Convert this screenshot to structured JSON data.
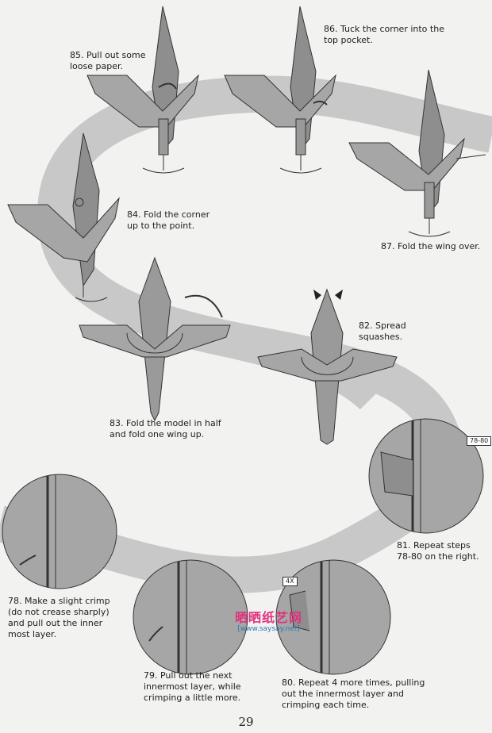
{
  "steps": {
    "s85": "85. Pull out some\nloose paper.",
    "s86": "86. Tuck the corner into the\ntop pocket.",
    "s84": "84. Fold the corner\nup to the point.",
    "s87": "87. Fold the wing over.",
    "s82": "82. Spread\nsquashes.",
    "s83": "83. Fold the model in half\nand fold one wing up.",
    "s81": "81. Repeat steps\n78-80 on the right.",
    "s78": "78. Make a slight crimp\n(do not crease sharply)\nand pull out the inner\nmost layer.",
    "s79": "79. Pull out the next\ninnermost layer, while\ncrimping a little more.",
    "s80": "80. Repeat 4 more times, pulling\nout the innermost layer and\ncrimping each time."
  },
  "badges": {
    "b7880": "78-80",
    "b4x": "4X"
  },
  "watermark": {
    "title": "晒晒纸艺网",
    "url": "[www.saysay.net]"
  },
  "page_number": "29",
  "colors": {
    "paper": "#9a9a9a",
    "paper_dark": "#6f6f6f",
    "path": "#c8c8c8",
    "background": "#f2f2f0"
  }
}
